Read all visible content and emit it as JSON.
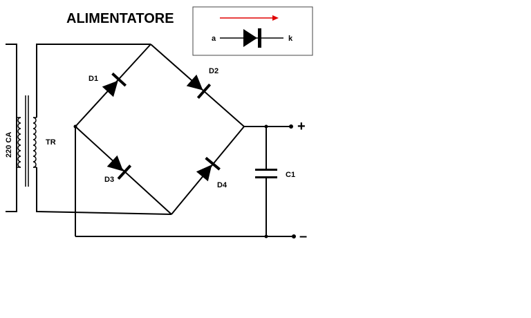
{
  "title": "ALIMENTATORE",
  "legend": {
    "anode": "a",
    "cathode": "k"
  },
  "transformer": {
    "input": "220 CA",
    "name": "TR"
  },
  "diodes": {
    "d1": "D1",
    "d2": "D2",
    "d3": "D3",
    "d4": "D4"
  },
  "capacitor": {
    "name": "C1"
  },
  "output": {
    "positive": "+",
    "negative": "–"
  },
  "colors": {
    "wire": "#000000",
    "arrow": "#e00000",
    "legend_border": "#444444"
  }
}
